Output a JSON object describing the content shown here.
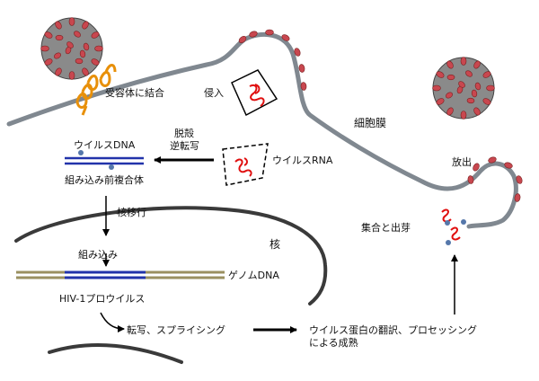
{
  "labels": {
    "receptor_binding": "受容体に結合",
    "entry": "侵入",
    "cell_membrane": "細胞膜",
    "release": "放出",
    "uncoating": "脱殻",
    "reverse_transcription": "逆転写",
    "viral_dna": "ウイルスDNA",
    "viral_rna": "ウイルスRNA",
    "preintegration_complex": "組み込み前複合体",
    "nuclear_import": "核移行",
    "nucleus": "核",
    "integration": "組み込み",
    "genomic_dna": "ゲノムDNA",
    "provirus": "HIV-1プロウイルス",
    "transcription_splicing": "転写、スプライシング",
    "translation_line1": "ウイルス蛋白の翻訳、プロセッシング",
    "translation_line2": "による成熟",
    "assembly_budding": "集合と出芽"
  },
  "colors": {
    "virion_body": "#8a8a8a",
    "spike": "#c8474f",
    "membrane": "#808890",
    "receptor": "#e8900a",
    "rna": "#e01010",
    "dna_blue": "#2233aa",
    "genome_olive": "#9a9060",
    "protein_dot": "#5577aa",
    "arrow": "#000000"
  }
}
